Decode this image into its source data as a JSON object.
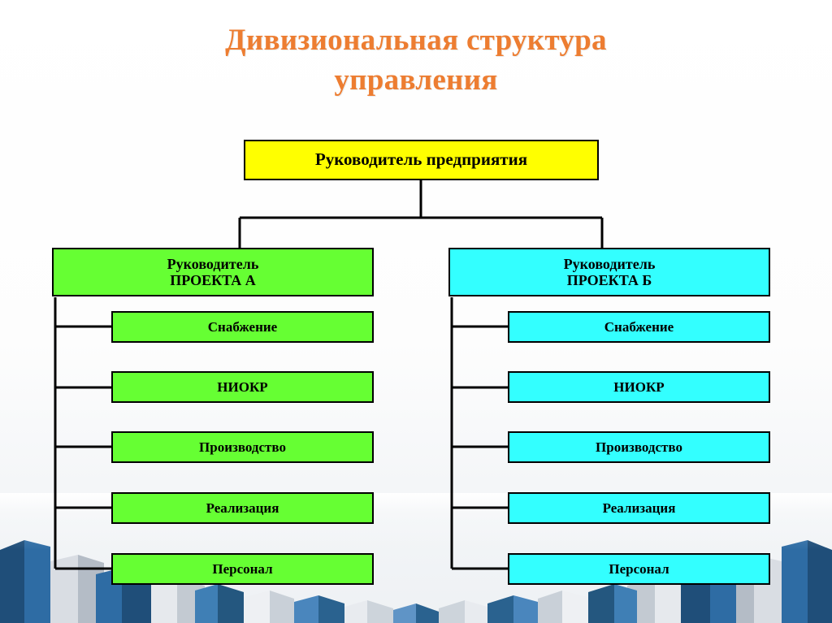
{
  "slide": {
    "title_line1": "Дивизиональная структура",
    "title_line2": "управления",
    "title_color": "#ED7D31",
    "background": "#ffffff"
  },
  "chart_data": {
    "type": "diagram",
    "diagram_kind": "organizational-chart",
    "title": "Дивизиональная структура управления",
    "root": {
      "label": "Руководитель предприятия",
      "fill": "#FFFF00",
      "stroke": "#000000"
    },
    "branches": [
      {
        "id": "branch-a",
        "head_line1": "Руководитель",
        "head_line2": "ПРОЕКТА А",
        "fill": "#66FF33",
        "stroke": "#000000",
        "children": [
          {
            "label": "Снабжение"
          },
          {
            "label": "НИОКР"
          },
          {
            "label": "Производство"
          },
          {
            "label": "Реализация"
          },
          {
            "label": "Персонал"
          }
        ]
      },
      {
        "id": "branch-b",
        "head_line1": "Руководитель",
        "head_line2": "ПРОЕКТА Б",
        "fill": "#33FFFF",
        "stroke": "#000000",
        "children": [
          {
            "label": "Снабжение"
          },
          {
            "label": "НИОКР"
          },
          {
            "label": "Производство"
          },
          {
            "label": "Реализация"
          },
          {
            "label": "Персонал"
          }
        ]
      }
    ]
  }
}
